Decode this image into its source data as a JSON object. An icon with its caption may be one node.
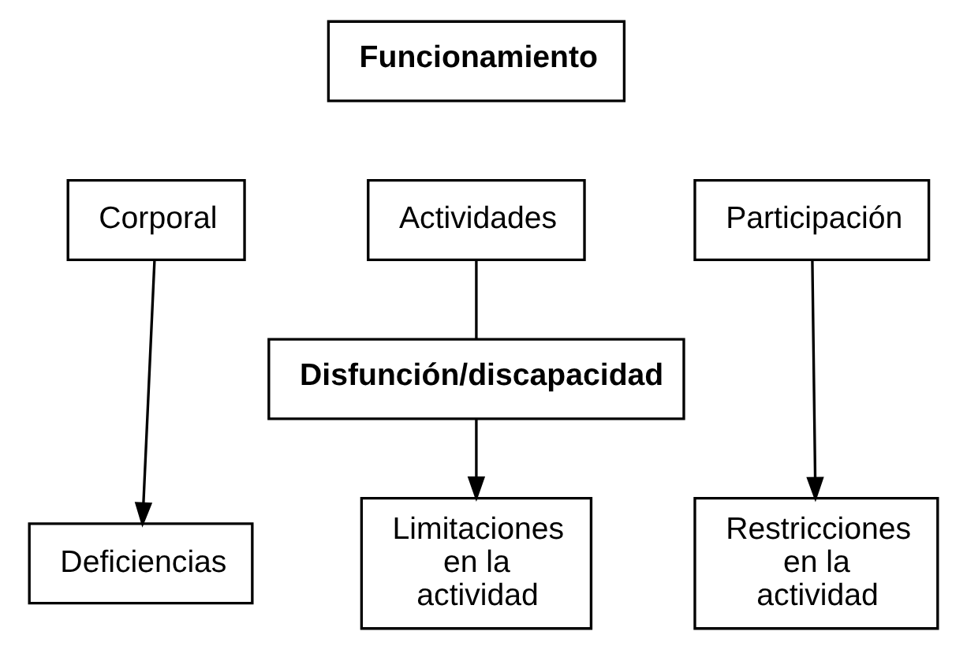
{
  "diagram": {
    "nodes": [
      {
        "text": [
          "Funcionamiento"
        ]
      },
      {
        "text": [
          "Corporal"
        ]
      },
      {
        "text": [
          "Actividades"
        ]
      },
      {
        "text": [
          "Participación"
        ]
      },
      {
        "text": [
          "Disfunción/discapacidad"
        ]
      },
      {
        "text": [
          "Deficiencias"
        ]
      },
      {
        "text": [
          "Limitaciones en la actividad"
        ]
      },
      {
        "text": [
          "Restricciones en la actividad"
        ]
      }
    ],
    "edges": [
      {
        "from": 1,
        "to": 5,
        "arrow": "to"
      },
      {
        "from": 2,
        "to": 4,
        "arrow": "none"
      },
      {
        "from": 4,
        "to": 6,
        "arrow": "to"
      },
      {
        "from": 3,
        "to": 7,
        "arrow": "to"
      }
    ]
  }
}
